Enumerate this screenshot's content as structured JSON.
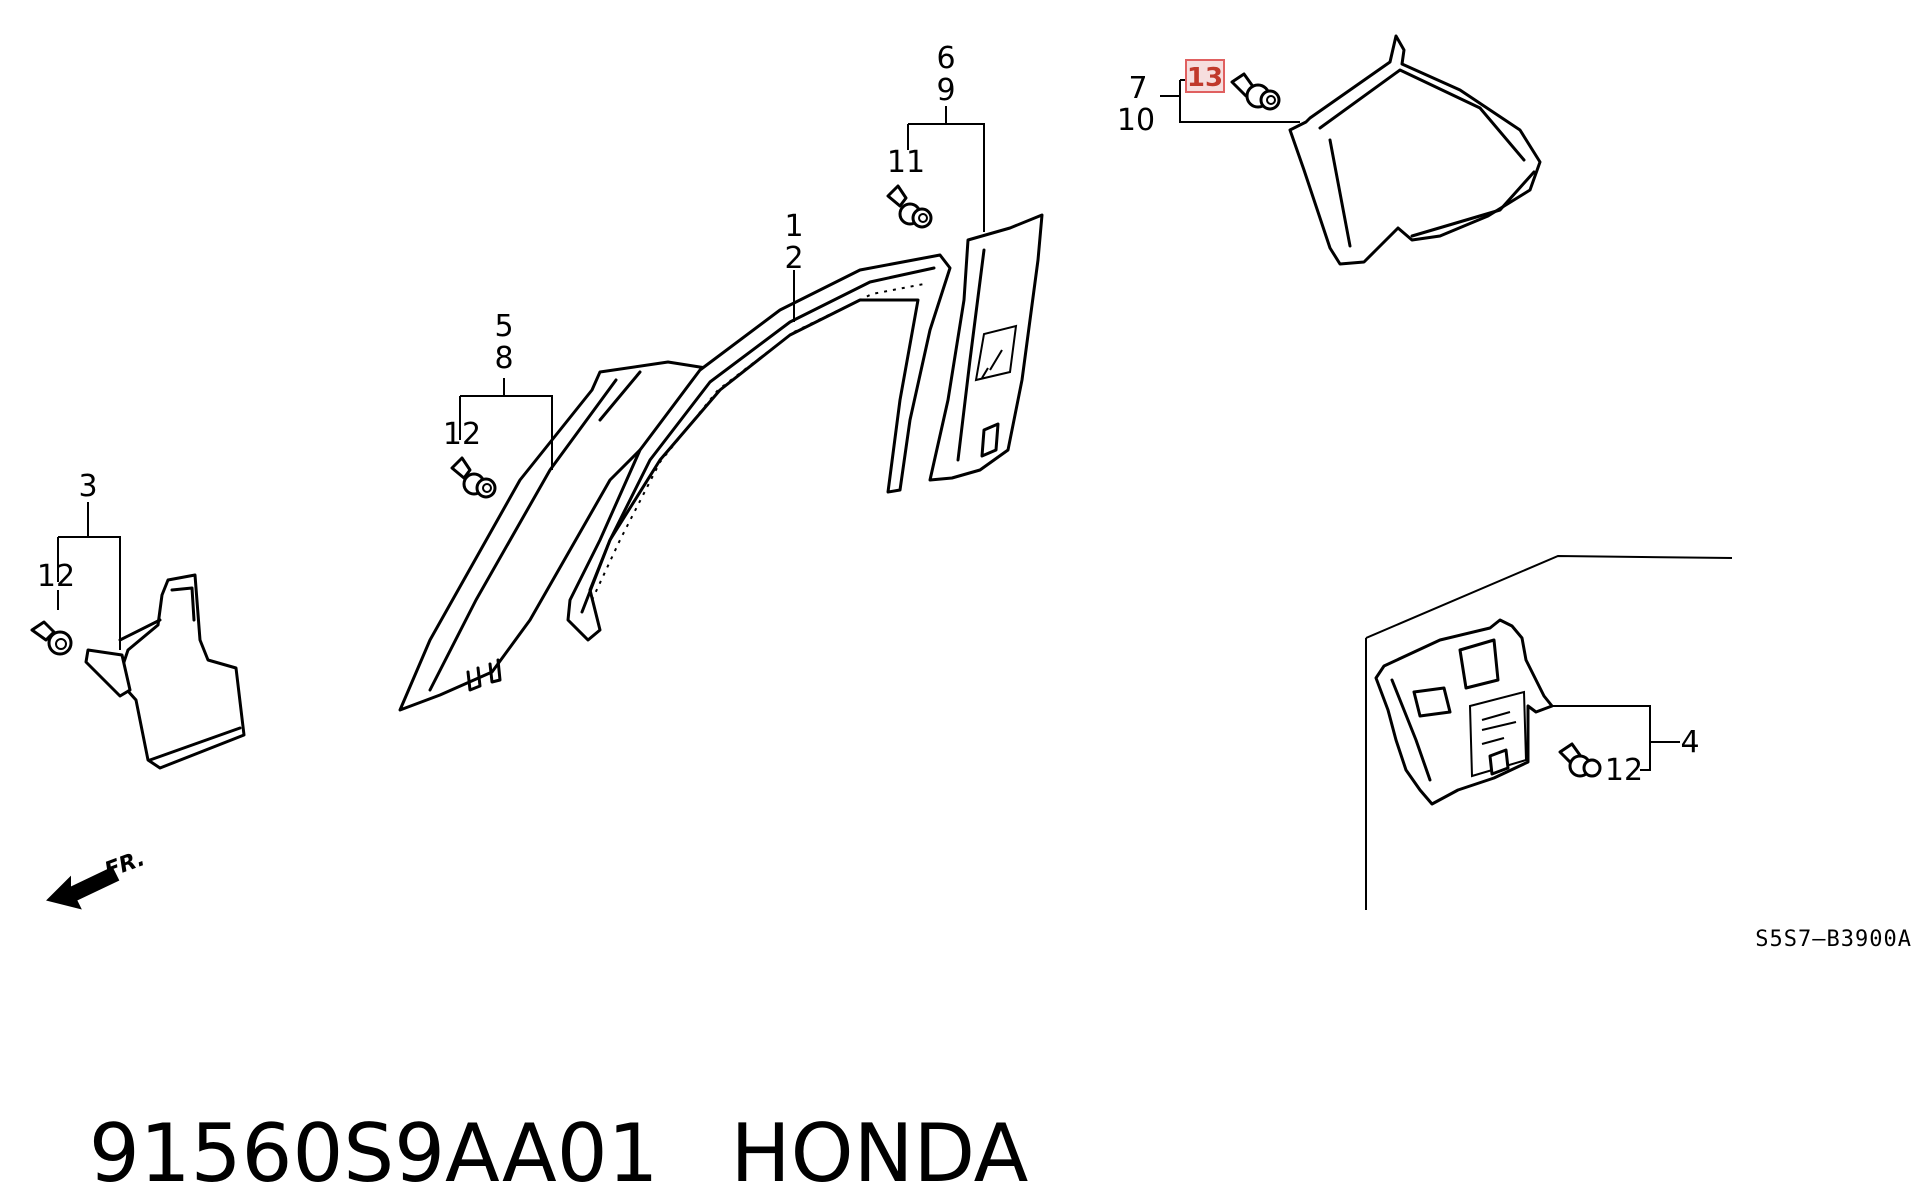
{
  "callouts": {
    "c1": "1",
    "c2": "2",
    "c3": "3",
    "c4": "4",
    "c5": "5",
    "c6": "6",
    "c7": "7",
    "c8": "8",
    "c9": "9",
    "c10": "10",
    "c11": "11",
    "c12a": "12",
    "c12b": "12",
    "c12c": "12",
    "c13": "13"
  },
  "highlight": {
    "callout": "13",
    "border_color": "#e06060",
    "fill_color": "#f6dede",
    "text_color": "#c0392b"
  },
  "direction_arrow": {
    "label": "FR.",
    "icon": "front-direction-arrow-icon"
  },
  "diagram_code": "S5S7—B3900A",
  "footer": {
    "part_number": "91560S9AA01",
    "brand": "HONDA"
  }
}
